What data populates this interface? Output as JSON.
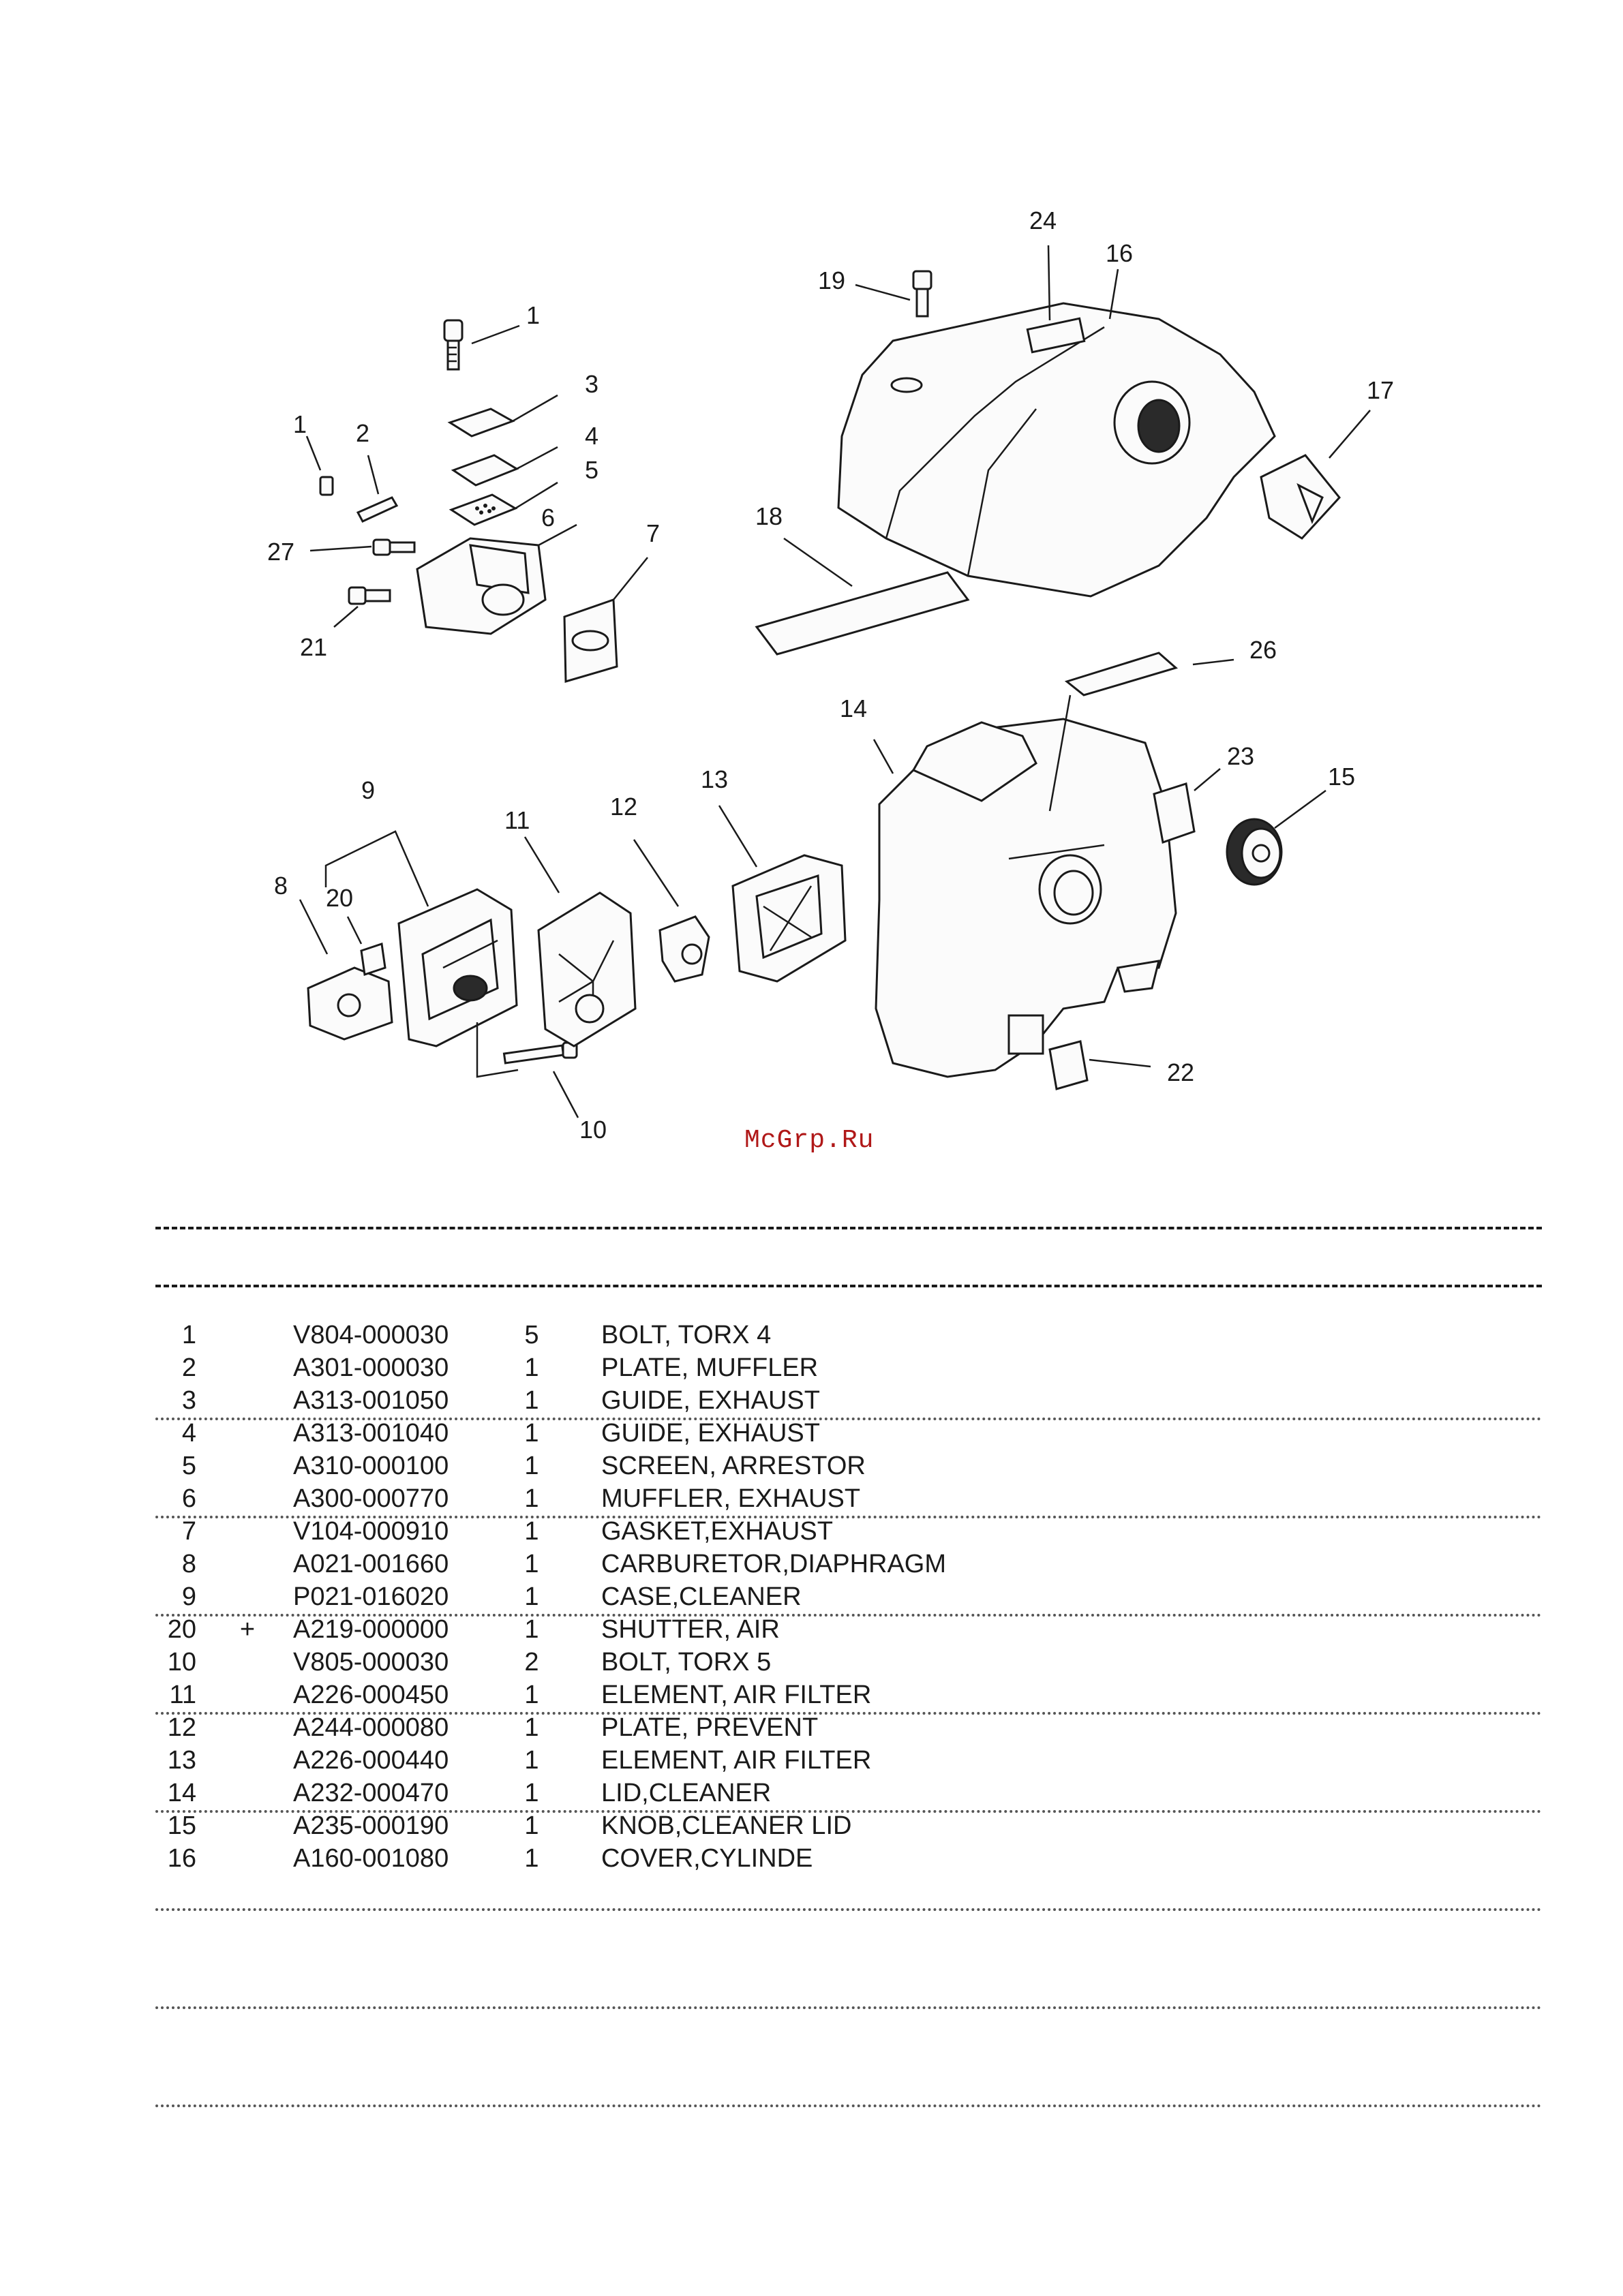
{
  "diagram": {
    "callouts": [
      "1",
      "1",
      "2",
      "3",
      "4",
      "5",
      "6",
      "7",
      "27",
      "21",
      "19",
      "24",
      "16",
      "17",
      "18",
      "26",
      "14",
      "23",
      "15",
      "9",
      "8",
      "20",
      "11",
      "12",
      "13",
      "10",
      "22"
    ],
    "watermark": "McGrp.Ru"
  },
  "parts": [
    {
      "no": "1",
      "mark": "",
      "code": "V804-000030",
      "qty": "5",
      "desc": "BOLT, TORX 4"
    },
    {
      "no": "2",
      "mark": "",
      "code": "A301-000030",
      "qty": "1",
      "desc": "PLATE, MUFFLER"
    },
    {
      "no": "3",
      "mark": "",
      "code": "A313-001050",
      "qty": "1",
      "desc": "GUIDE, EXHAUST"
    },
    {
      "no": "4",
      "mark": "",
      "code": "A313-001040",
      "qty": "1",
      "desc": "GUIDE, EXHAUST"
    },
    {
      "no": "5",
      "mark": "",
      "code": "A310-000100",
      "qty": "1",
      "desc": "SCREEN, ARRESTOR"
    },
    {
      "no": "6",
      "mark": "",
      "code": "A300-000770",
      "qty": "1",
      "desc": "MUFFLER, EXHAUST"
    },
    {
      "no": "7",
      "mark": "",
      "code": "V104-000910",
      "qty": "1",
      "desc": "GASKET,EXHAUST"
    },
    {
      "no": "8",
      "mark": "",
      "code": "A021-001660",
      "qty": "1",
      "desc": "CARBURETOR,DIAPHRAGM"
    },
    {
      "no": "9",
      "mark": "",
      "code": "P021-016020",
      "qty": "1",
      "desc": "CASE,CLEANER"
    },
    {
      "no": "20",
      "mark": "+",
      "code": "A219-000000",
      "qty": "1",
      "desc": "SHUTTER, AIR"
    },
    {
      "no": "10",
      "mark": "",
      "code": "V805-000030",
      "qty": "2",
      "desc": "BOLT, TORX 5"
    },
    {
      "no": "11",
      "mark": "",
      "code": "A226-000450",
      "qty": "1",
      "desc": "ELEMENT, AIR FILTER"
    },
    {
      "no": "12",
      "mark": "",
      "code": "A244-000080",
      "qty": "1",
      "desc": "PLATE, PREVENT"
    },
    {
      "no": "13",
      "mark": "",
      "code": "A226-000440",
      "qty": "1",
      "desc": "ELEMENT, AIR FILTER"
    },
    {
      "no": "14",
      "mark": "",
      "code": "A232-000470",
      "qty": "1",
      "desc": "LID,CLEANER"
    },
    {
      "no": "15",
      "mark": "",
      "code": "A235-000190",
      "qty": "1",
      "desc": "KNOB,CLEANER LID"
    },
    {
      "no": "16",
      "mark": "",
      "code": "A160-001080",
      "qty": "1",
      "desc": "COVER,CYLINDE"
    }
  ]
}
